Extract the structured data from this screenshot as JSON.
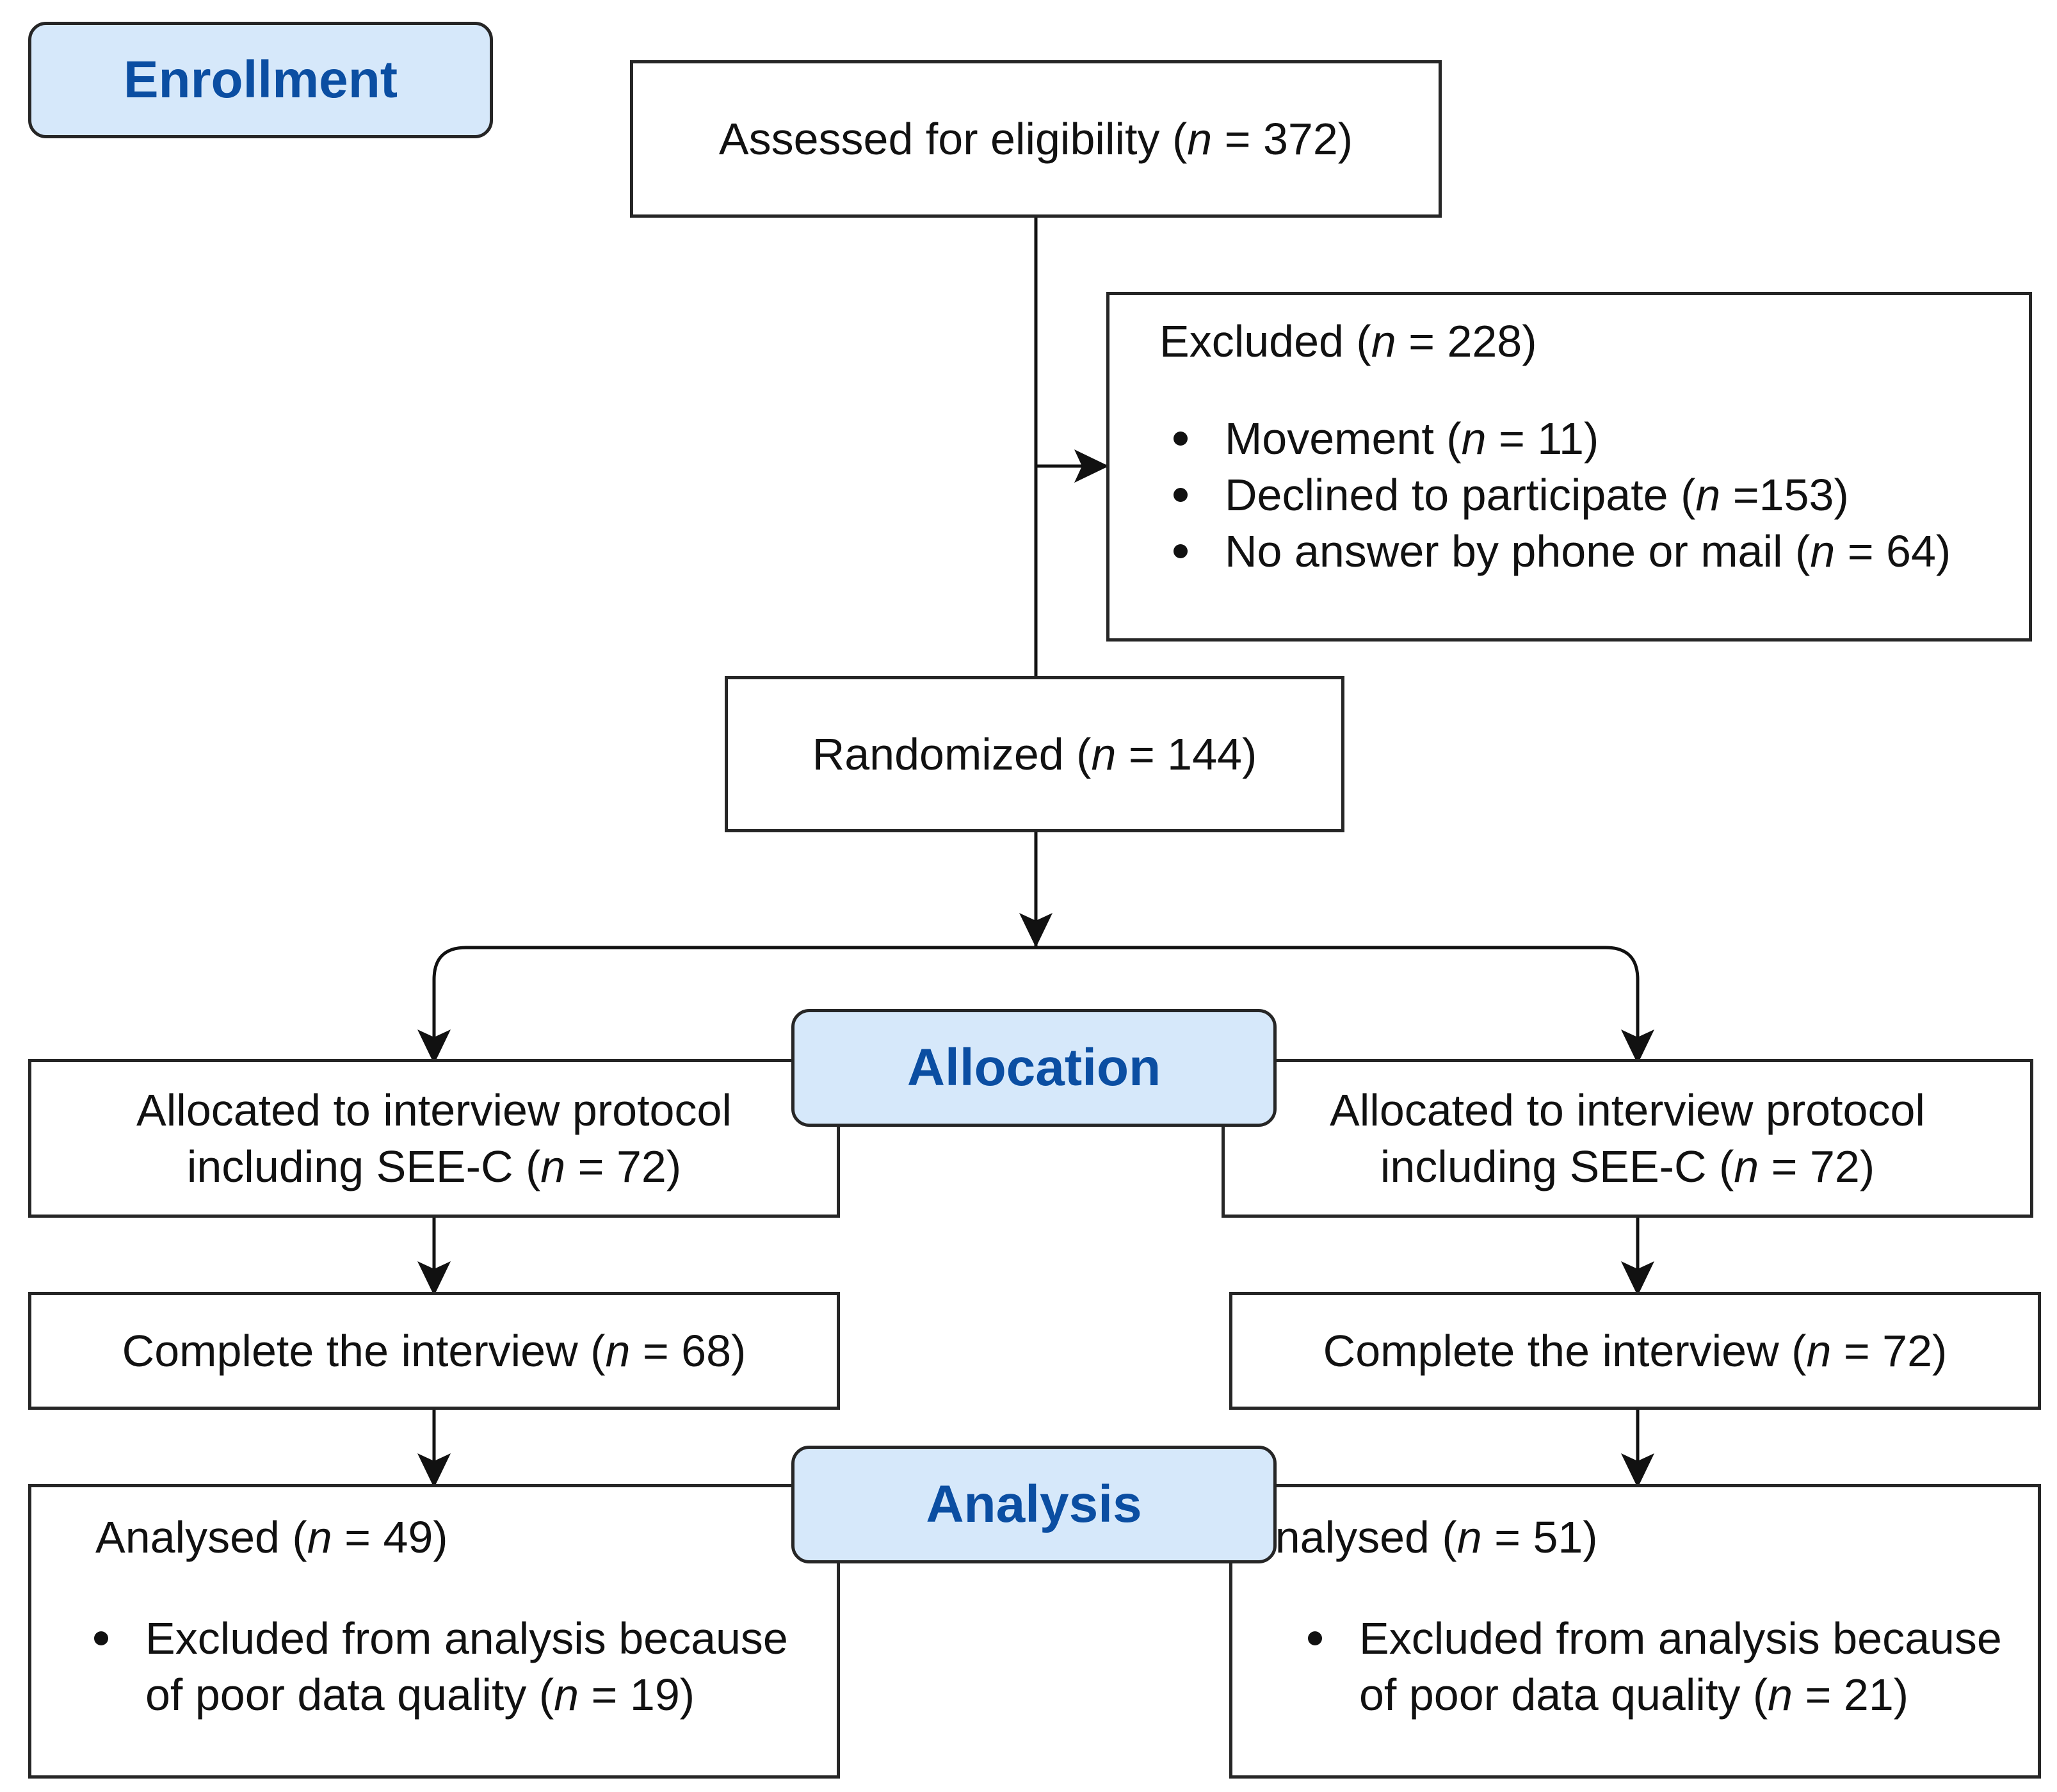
{
  "stages": {
    "enrollment": "Enrollment",
    "allocation": "Allocation",
    "analysis": "Analysis"
  },
  "n_symbol": "n",
  "assessed": {
    "pre": "Assessed for eligibility (",
    "post": " = 372)"
  },
  "excluded": {
    "title_pre": "Excluded (",
    "title_post": " = 228)",
    "items": [
      {
        "pre": "Movement (",
        "post": " = 11)"
      },
      {
        "pre": "Declined to participate (",
        "post": " =153)"
      },
      {
        "pre": "No answer by phone or mail (",
        "post": " = 64)"
      }
    ]
  },
  "randomized": {
    "pre": "Randomized (",
    "post": " = 144)"
  },
  "allocated_left": {
    "line1": "Allocated to interview protocol",
    "pre": "including SEE-C (",
    "post": " = 72)"
  },
  "allocated_right": {
    "line1": "Allocated to interview protocol",
    "pre": "including SEE-C (",
    "post": " = 72)"
  },
  "complete_left": {
    "pre": "Complete the interview (",
    "post": " = 68)"
  },
  "complete_right": {
    "pre": "Complete the interview (",
    "post": " = 72)"
  },
  "analysed_left": {
    "title_pre": "Analysed (",
    "title_post": " = 49)",
    "item_line1": "Excluded from analysis because",
    "item_pre": "of poor data quality (",
    "item_post": " = 19)"
  },
  "analysed_right": {
    "title_pre": "Analysed (",
    "title_post": " = 51)",
    "item_line1": "Excluded from analysis because",
    "item_pre": "of poor data quality (",
    "item_post": " = 21)"
  }
}
